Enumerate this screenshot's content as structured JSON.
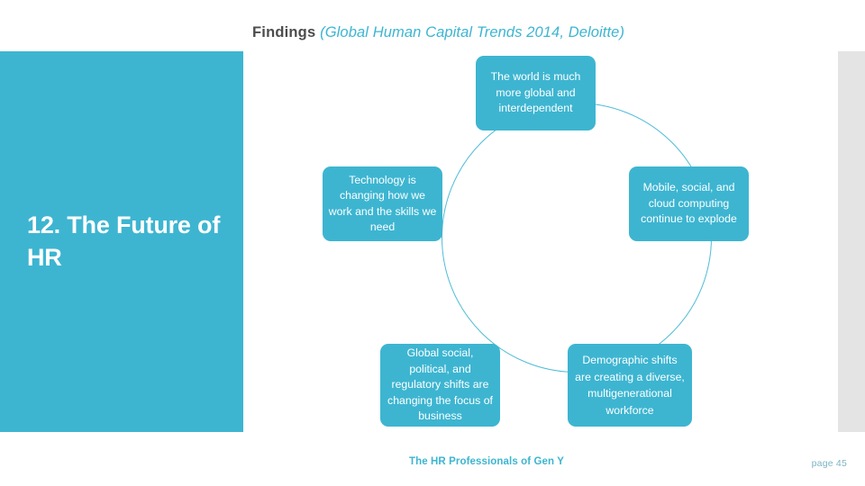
{
  "slide": {
    "title_main": "Findings ",
    "title_sub": "(Global Human Capital Trends 2014, Deloitte)",
    "section_title": "12. The Future of HR",
    "accent_color": "#3db5d1",
    "circle_color": "#4fbcd6",
    "title_color": "#4c4c4c",
    "grey_bar_color": "#e4e4e4"
  },
  "diagram": {
    "type": "cycle",
    "nodes": [
      {
        "id": "top",
        "label": "The world is much more global and interdependent"
      },
      {
        "id": "left-up",
        "label": "Technology is changing how we work and the skills we need"
      },
      {
        "id": "right-up",
        "label": "Mobile, social, and cloud computing continue to explode"
      },
      {
        "id": "left-dn",
        "label": "Global social, political, and regulatory shifts are changing  the focus of business"
      },
      {
        "id": "right-dn",
        "label": "Demographic shifts are creating a diverse, multigenerational  workforce"
      }
    ]
  },
  "footer": {
    "center": "The HR Professionals of Gen Y",
    "page": "page 45"
  }
}
